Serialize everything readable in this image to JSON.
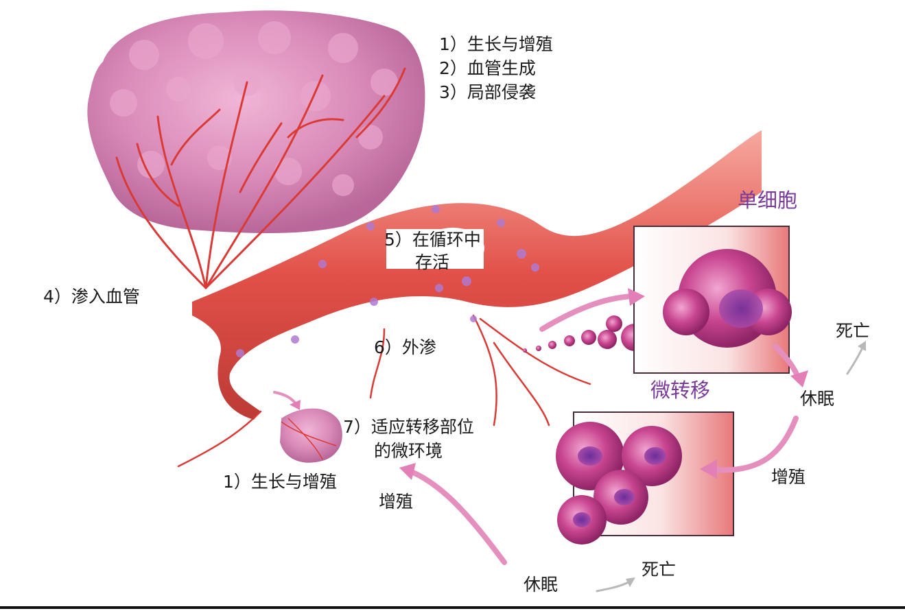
{
  "labels": {
    "primary_steps": [
      "1）生长与增殖",
      "2）血管生成",
      "3）局部侵袭"
    ],
    "intravasation": "4）渗入血管",
    "survival_line1": "5）在循环中",
    "survival_line2": "存活",
    "extravasation": "6）外渗",
    "adaptation_line1": "7）适应转移部位",
    "adaptation_line2": "的微环境",
    "secondary_growth": "1）生长与增殖",
    "single_cell": "单细胞",
    "micrometastasis": "微转移",
    "death_upper": "死亡",
    "dormancy_upper": "休眠",
    "proliferation_right": "增殖",
    "proliferation_left": "增殖",
    "dormancy_lower": "休眠",
    "death_lower": "死亡"
  },
  "colors": {
    "tumor": "#d98ab8",
    "vessel": "#e0473f",
    "cell": "#c0408a",
    "arrow": "#e49ac0",
    "accent_text": "#7a3a9a"
  }
}
